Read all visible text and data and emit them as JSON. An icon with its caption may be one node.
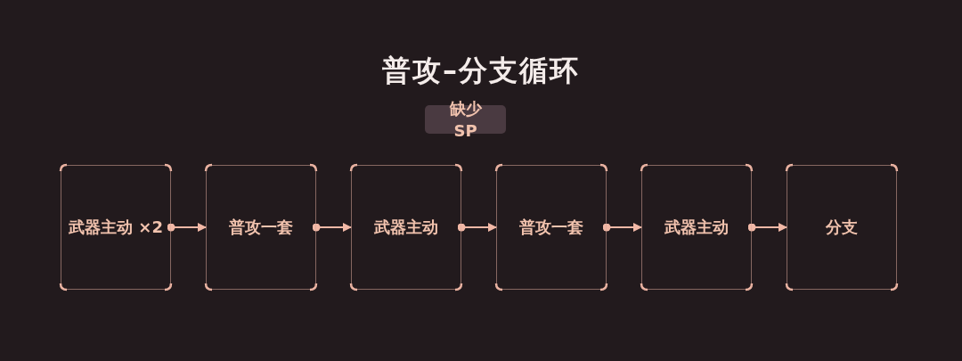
{
  "diagram": {
    "title": "普攻–分支循环",
    "nodes": [
      {
        "text": [
          "缺少SP"
        ]
      },
      {
        "text": [
          "武器主动 ×2"
        ]
      },
      {
        "text": [
          "普攻一套"
        ]
      },
      {
        "text": [
          "武器主动"
        ]
      },
      {
        "text": [
          "普攻一套"
        ]
      },
      {
        "text": [
          "武器主动"
        ]
      },
      {
        "text": [
          "分支"
        ]
      }
    ],
    "edges": [
      {
        "from": 1,
        "to": 2,
        "arrow": "to"
      },
      {
        "from": 2,
        "to": 3,
        "arrow": "to"
      },
      {
        "from": 3,
        "to": 4,
        "arrow": "to"
      },
      {
        "from": 4,
        "to": 5,
        "arrow": "to"
      },
      {
        "from": 5,
        "to": 6,
        "arrow": "to"
      }
    ]
  }
}
